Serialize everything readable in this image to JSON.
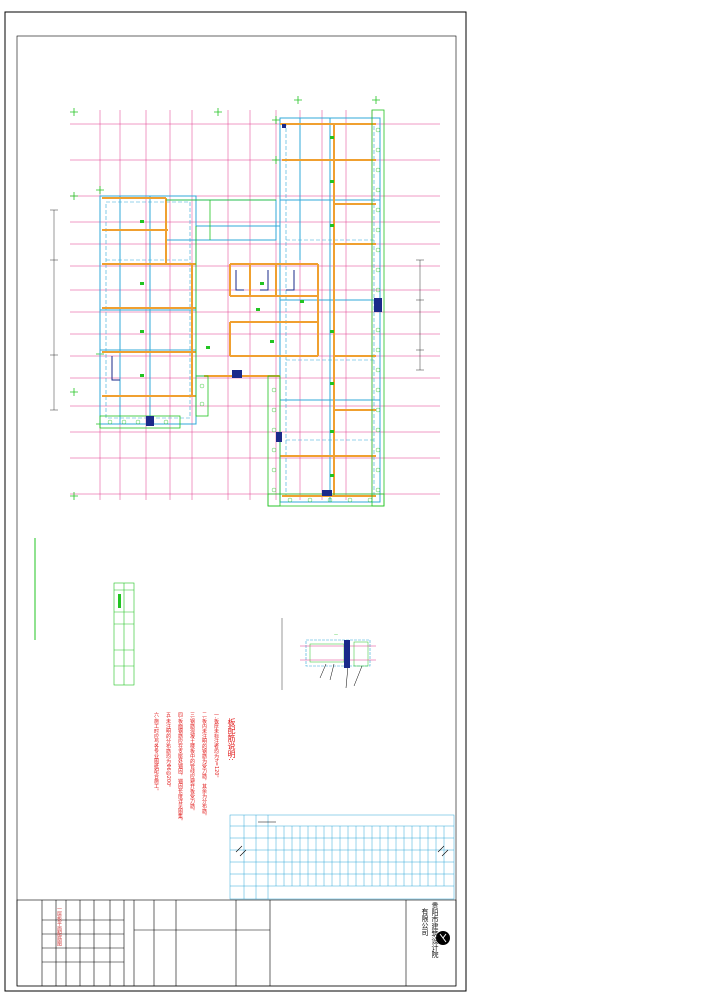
{
  "title_block": {
    "company_line1": "贵阳市建筑设计院",
    "company_line2": "有限公司",
    "sheet_name": "一层板平面配筋图"
  },
  "notes": {
    "title": "板配筋说明:",
    "lines": [
      "一.板厚未标注者均为h=120。",
      "二.板内未注明的钢筋为受力筋，其余为分布筋。",
      "三.钢筋混凝土楼板中的管线应避开板受力筋。",
      "四.板面钢筋应在支座处锚固，锚固长度详见图集。",
      "五.未注明的分布筋均为Φ6@200。",
      "六.施工时应与各专业图纸配合施工。"
    ]
  },
  "colors": {
    "frame": "#000000",
    "grid_magenta": "#e0368c",
    "wall_cyan": "#30a8d8",
    "beam_orange": "#f0a030",
    "green": "#22c422",
    "dark_blue": "#1a2a8a",
    "notes_red": "#e21c1c"
  }
}
